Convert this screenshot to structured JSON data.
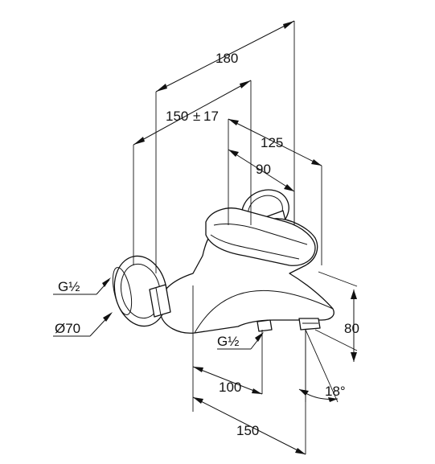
{
  "drawing": {
    "dimensions": {
      "d180": "180",
      "d150_17": "150",
      "tol": "±",
      "tol_val": "17",
      "d125": "125",
      "d90": "90",
      "d80": "80",
      "d100": "100",
      "d150": "150",
      "angle": "18°"
    },
    "labels": {
      "g_half_left": "G½",
      "dia70": "Ø70",
      "g_half_bottom": "G½"
    },
    "colors": {
      "line": "#111111",
      "background": "#ffffff"
    }
  }
}
